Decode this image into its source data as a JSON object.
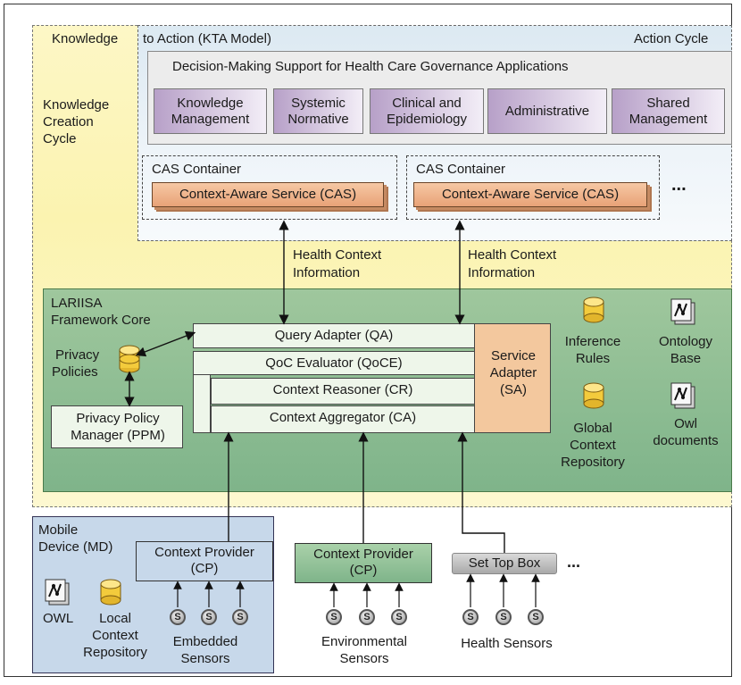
{
  "kta": {
    "knowledge_label": "Knowledge",
    "kta_label": "to Action (KTA Model)",
    "action_cycle": "Action Cycle",
    "creation_cycle": [
      "Knowledge",
      "Creation",
      "Cycle"
    ]
  },
  "dm_support": {
    "title": "Decision-Making Support for Health Care Governance Applications",
    "apps": [
      {
        "line1": "Knowledge",
        "line2": "Management"
      },
      {
        "line1": "Systemic",
        "line2": "Normative"
      },
      {
        "line1": "Clinical and",
        "line2": "Epidemiology"
      },
      {
        "line1": "Administrative",
        "line2": ""
      },
      {
        "line1": "Shared",
        "line2": "Management"
      }
    ]
  },
  "cas": {
    "container_label": "CAS Container",
    "service_label": "Context-Aware Service (CAS)",
    "more": "..."
  },
  "flows": {
    "health_context_1": [
      "Health Context",
      "Information"
    ],
    "health_context_2": [
      "Health Context",
      "Information"
    ]
  },
  "core": {
    "title": [
      "LARIISA",
      "Framework Core"
    ],
    "qa": "Query Adapter (QA)",
    "qoce": "QoC Evaluator (QoCE)",
    "cr": "Context Reasoner (CR)",
    "ca": "Context Aggregator (CA)",
    "sa": [
      "Service",
      "Adapter",
      "(SA)"
    ],
    "privacy_policies": [
      "Privacy",
      "Policies"
    ],
    "ppm": [
      "Privacy Policy",
      "Manager (PPM)"
    ],
    "inference_rules": [
      "Inference",
      "Rules"
    ],
    "ontology_base": [
      "Ontology",
      "Base"
    ],
    "global_repo": [
      "Global",
      "Context",
      "Repository"
    ],
    "owl_docs": [
      "Owl",
      "documents"
    ]
  },
  "md": {
    "title": [
      "Mobile",
      "Device (MD)"
    ],
    "cp": [
      "Context Provider",
      "(CP)"
    ],
    "owl": "OWL",
    "local_repo": [
      "Local",
      "Context",
      "Repository"
    ],
    "embedded": [
      "Embedded",
      "Sensors"
    ],
    "sensor_symbol": "S"
  },
  "env": {
    "cp": [
      "Context Provider",
      "(CP)"
    ],
    "sensors": [
      "Environmental",
      "Sensors"
    ]
  },
  "stb": {
    "label": "Set Top Box",
    "more": "...",
    "sensors": "Health Sensors"
  }
}
